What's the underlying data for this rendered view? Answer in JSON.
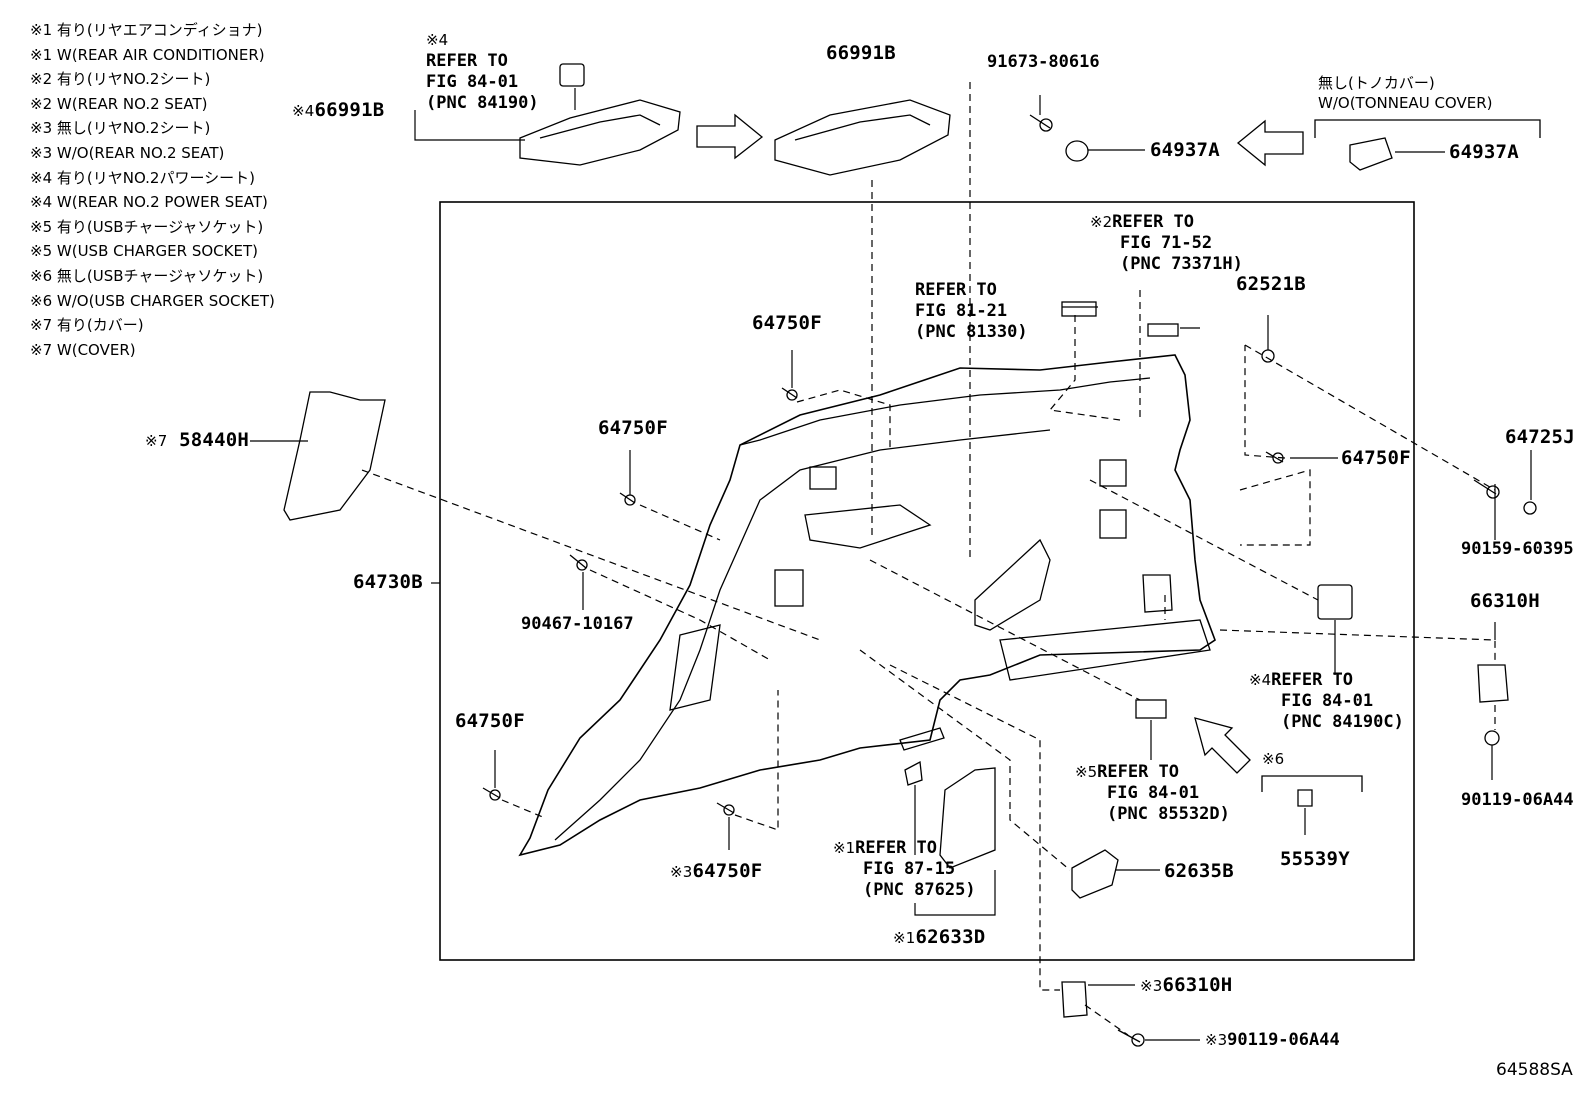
{
  "legend": [
    "※1 有り(リヤエアコンディショナ)",
    "※1 W(REAR AIR CONDITIONER)",
    "※2 有り(リヤNO.2シート)",
    "※2 W(REAR NO.2 SEAT)",
    "※3 無し(リヤNO.2シート)",
    "※3 W/O(REAR NO.2 SEAT)",
    "※4 有り(リヤNO.2パワーシート)",
    "※4 W(REAR NO.2 POWER SEAT)",
    "※5 有り(USBチャージャソケット)",
    "※5 W(USB CHARGER SOCKET)",
    "※6 無し(USBチャージャソケット)",
    "※6 W/O(USB CHARGER SOCKET)",
    "※7 有り(カバー)",
    "※7 W(COVER)"
  ],
  "marks": {
    "m1": "※1",
    "m2": "※2",
    "m3": "※3",
    "m4": "※4",
    "m5": "※5",
    "m6": "※6",
    "m7": "※7"
  },
  "parts": {
    "p66991B": "66991B",
    "p91673": "91673-80616",
    "p64937A": "64937A",
    "p62521B": "62521B",
    "p64725J": "64725J",
    "p64750F": "64750F",
    "p90159": "90159-60395",
    "p66310H": "66310H",
    "p90119": "90119-06A44",
    "p58440H": "58440H",
    "p64730B": "64730B",
    "p90467": "90467-10167",
    "p62635B": "62635B",
    "p55539Y": "55539Y",
    "p62633D": "62633D"
  },
  "refs": {
    "r84190": {
      "l1": "REFER TO",
      "l2": "FIG 84-01",
      "l3": "(PNC 84190)"
    },
    "r81330": {
      "l1": "REFER TO",
      "l2": "FIG 81-21",
      "l3": "(PNC 81330)"
    },
    "r73371H": {
      "l1": "REFER TO",
      "l2": "FIG 71-52",
      "l3": "(PNC 73371H)"
    },
    "r84190C": {
      "l1": "REFER TO",
      "l2": "FIG 84-01",
      "l3": "(PNC 84190C)"
    },
    "r85532D": {
      "l1": "REFER TO",
      "l2": "FIG 84-01",
      "l3": "(PNC 85532D)"
    },
    "r87625": {
      "l1": "REFER TO",
      "l2": "FIG 87-15",
      "l3": "(PNC 87625)"
    }
  },
  "tonneau": {
    "jp": "無し(トノカバー)",
    "en": "W/O(TONNEAU COVER)"
  },
  "diagram_id": "64588SA"
}
